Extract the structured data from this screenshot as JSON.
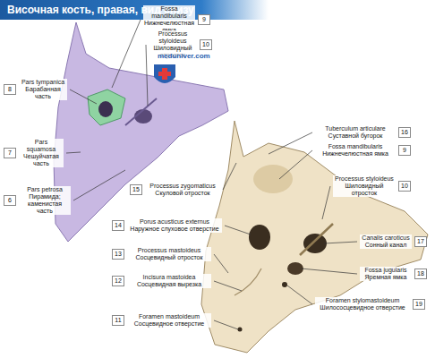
{
  "diagram": {
    "title": "Височная кость, правая, вид снизу",
    "nodes": [
      {
        "text": [
          "Fossa mandibularis",
          "Нижнечелюстная ямка",
          "9"
        ]
      },
      {
        "text": [
          "Processus styloideus",
          "Шиловидный отросток",
          "10"
        ]
      },
      {
        "text": [
          "Pars tympanica",
          "Барабанная часть",
          "8"
        ]
      },
      {
        "text": [
          "Pars squamosa",
          "Чешуйчатая часть",
          "7"
        ]
      },
      {
        "text": [
          "Pars petrosa",
          "Пирамида; каменистая часть",
          "6"
        ]
      },
      {
        "text": [
          "Tuberculum articulare",
          "Суставной бугорок",
          "16"
        ]
      },
      {
        "text": [
          "Fossa mandibularis",
          "Нижнечелюстная ямка",
          "9"
        ]
      },
      {
        "text": [
          "Processus zygomaticus",
          "Скуловой отросток",
          "15"
        ]
      },
      {
        "text": [
          "Processus styloideus",
          "Шиловидный отросток",
          "10"
        ]
      },
      {
        "text": [
          "Porus acusticus externus",
          "Наружное слуховое отверстие",
          "14"
        ]
      },
      {
        "text": [
          "Processus mastoideus",
          "Сосцевидный отросток",
          "13"
        ]
      },
      {
        "text": [
          "Canalis caroticus",
          "Сонный канал",
          "17"
        ]
      },
      {
        "text": [
          "Incisura mastoidea",
          "Сосцевидная вырезка",
          "12"
        ]
      },
      {
        "text": [
          "Fossa jugularis",
          "Яремная ямка",
          "18"
        ]
      },
      {
        "text": [
          "Foramen stylomastoideum",
          "Шилососцевидное отверстие",
          "19"
        ]
      },
      {
        "text": [
          "Foramen mastoideum",
          "Сосцевидное отверстие",
          "11"
        ]
      }
    ],
    "labels": [
      "meduniver.com"
    ]
  }
}
